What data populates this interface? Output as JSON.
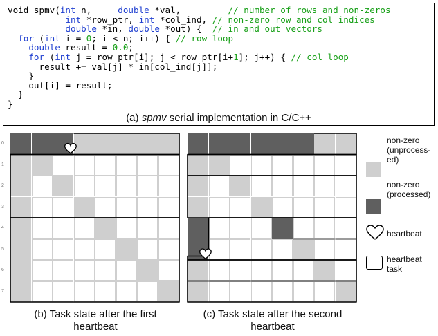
{
  "code": {
    "lines": [
      [
        {
          "t": "void spmv("
        },
        {
          "t": "int",
          "c": "kw"
        },
        {
          "t": " n,     "
        },
        {
          "t": "double",
          "c": "kw"
        },
        {
          "t": " *val,         "
        },
        {
          "t": "// number of rows and non-zeros",
          "c": "cm"
        }
      ],
      [
        {
          "t": "           "
        },
        {
          "t": "int",
          "c": "kw"
        },
        {
          "t": " *row_ptr, "
        },
        {
          "t": "int",
          "c": "kw"
        },
        {
          "t": " *col_ind, "
        },
        {
          "t": "// non-zero row and col indices",
          "c": "cm"
        }
      ],
      [
        {
          "t": "           "
        },
        {
          "t": "double",
          "c": "kw"
        },
        {
          "t": " *in, "
        },
        {
          "t": "double",
          "c": "kw"
        },
        {
          "t": " *out) {  "
        },
        {
          "t": "// in and out vectors",
          "c": "cm"
        }
      ],
      [
        {
          "t": "  "
        },
        {
          "t": "for",
          "c": "kw"
        },
        {
          "t": " ("
        },
        {
          "t": "int",
          "c": "kw"
        },
        {
          "t": " i = "
        },
        {
          "t": "0",
          "c": "num"
        },
        {
          "t": "; i < n; i++) { "
        },
        {
          "t": "// row loop",
          "c": "cm"
        }
      ],
      [
        {
          "t": "    "
        },
        {
          "t": "double",
          "c": "kw"
        },
        {
          "t": " result = "
        },
        {
          "t": "0.0",
          "c": "num"
        },
        {
          "t": ";"
        }
      ],
      [
        {
          "t": "    "
        },
        {
          "t": "for",
          "c": "kw"
        },
        {
          "t": " ("
        },
        {
          "t": "int",
          "c": "kw"
        },
        {
          "t": " j = row_ptr[i]; j < row_ptr[i+"
        },
        {
          "t": "1",
          "c": "num"
        },
        {
          "t": "]; j++) { "
        },
        {
          "t": "// col loop",
          "c": "cm"
        }
      ],
      [
        {
          "t": "      result += val[j] * in[col_ind[j]];"
        }
      ],
      [
        {
          "t": "    }"
        }
      ],
      [
        {
          "t": "    out[i] = result;"
        }
      ],
      [
        {
          "t": "  }"
        }
      ],
      [
        {
          "t": "}"
        }
      ]
    ],
    "caption_prefix": "(a) ",
    "caption_italic": "spmv",
    "caption_suffix": " serial implementation in C/C++"
  },
  "matrix": {
    "size": 8,
    "row_labels": [
      "0",
      "1",
      "2",
      "3",
      "4",
      "5",
      "6",
      "7"
    ],
    "nonzeros": [
      [
        0,
        0
      ],
      [
        0,
        1
      ],
      [
        0,
        2
      ],
      [
        0,
        3
      ],
      [
        0,
        4
      ],
      [
        0,
        5
      ],
      [
        0,
        6
      ],
      [
        0,
        7
      ],
      [
        1,
        0
      ],
      [
        1,
        1
      ],
      [
        2,
        0
      ],
      [
        2,
        2
      ],
      [
        3,
        0
      ],
      [
        3,
        3
      ],
      [
        4,
        0
      ],
      [
        4,
        4
      ],
      [
        5,
        0
      ],
      [
        5,
        5
      ],
      [
        6,
        0
      ],
      [
        6,
        6
      ],
      [
        7,
        0
      ],
      [
        7,
        7
      ]
    ]
  },
  "panels": [
    {
      "id": "b",
      "caption_line1": "(b) Task state after the first",
      "caption_line2": "heartbeat",
      "processed": [
        [
          0,
          0
        ],
        [
          0,
          1
        ],
        [
          0,
          2
        ]
      ],
      "heartbeat_cell": [
        0,
        2
      ]
    },
    {
      "id": "c",
      "caption_line1": "(c) Task state after the second",
      "caption_line2": "heartbeat",
      "processed": [
        [
          0,
          0
        ],
        [
          0,
          1
        ],
        [
          0,
          2
        ],
        [
          0,
          3
        ],
        [
          0,
          4
        ],
        [
          0,
          5
        ],
        [
          4,
          0
        ],
        [
          4,
          4
        ],
        [
          5,
          0
        ]
      ],
      "heartbeat_cell": [
        5,
        0
      ]
    }
  ],
  "legend": {
    "unprocessed_label": [
      "non-zero",
      "(unprocess-",
      "ed)"
    ],
    "processed_label": [
      "non-zero",
      "(processed)"
    ],
    "heartbeat_label": [
      "heartbeat"
    ],
    "task_label": [
      "heartbeat",
      "task"
    ]
  },
  "colors": {
    "unprocessed": "#cfcfcf",
    "processed": "#5f5f5f",
    "keyword": "#1f3fd0",
    "comment": "#18a018"
  }
}
